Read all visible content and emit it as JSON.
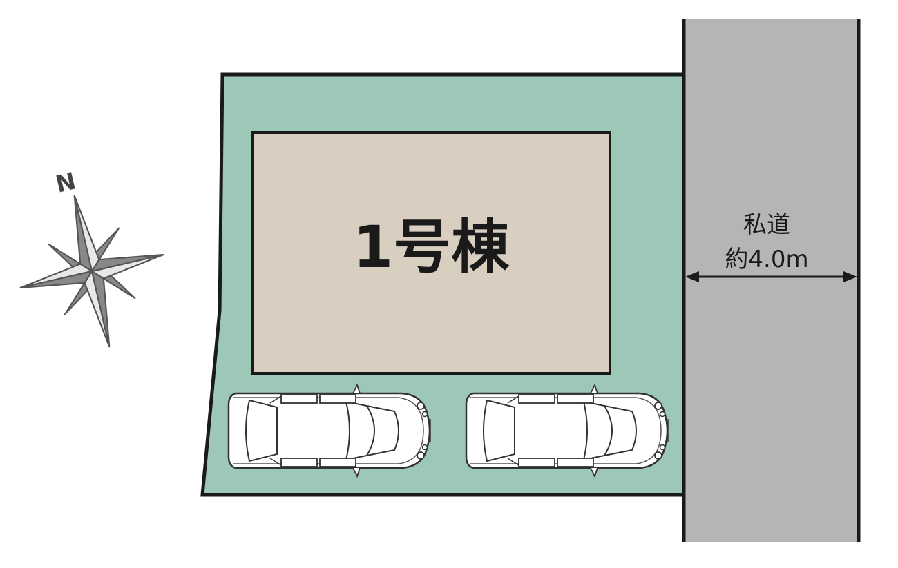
{
  "building": {
    "label": "1号棟",
    "fill": "#d9cfc1"
  },
  "lot": {
    "fill": "#9dc8b7",
    "stroke": "#1a1a1a"
  },
  "road": {
    "name": "私道",
    "width_label": "約4.0m",
    "fill": "#b5b5b7"
  },
  "compass": {
    "north_label": "N",
    "stroke": "#555555",
    "light": "#e8e8e8",
    "dark": "#888888"
  },
  "parking": {
    "car_count": 2,
    "car_fill": "#ffffff",
    "car_stroke": "#333333"
  }
}
